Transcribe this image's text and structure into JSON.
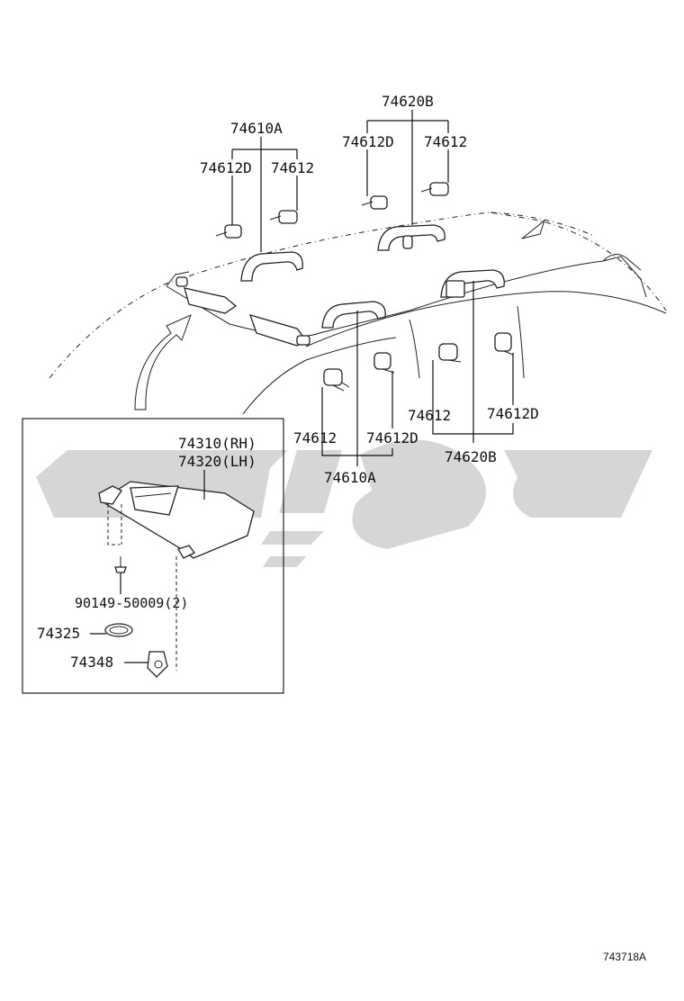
{
  "diagram": {
    "labels": {
      "grip_group_top_left": "74610A",
      "cap_top_left_d": "74612D",
      "cap_top_left": "74612",
      "grip_group_top_right": "74620B",
      "cap_top_right_d": "74612D",
      "cap_top_right": "74612",
      "cap_lower_left": "74612",
      "cap_lower_left_d": "74612D",
      "grip_group_lower_left": "74610A",
      "cap_lower_right": "74612",
      "cap_lower_right_d": "74612D",
      "grip_group_lower_right": "74620B",
      "visor_rh": "74310(RH)",
      "visor_lh": "74320(LH)",
      "screw": "90149-50009(2)",
      "pad": "74325",
      "holder": "74348"
    },
    "figure_id": "743718A"
  }
}
